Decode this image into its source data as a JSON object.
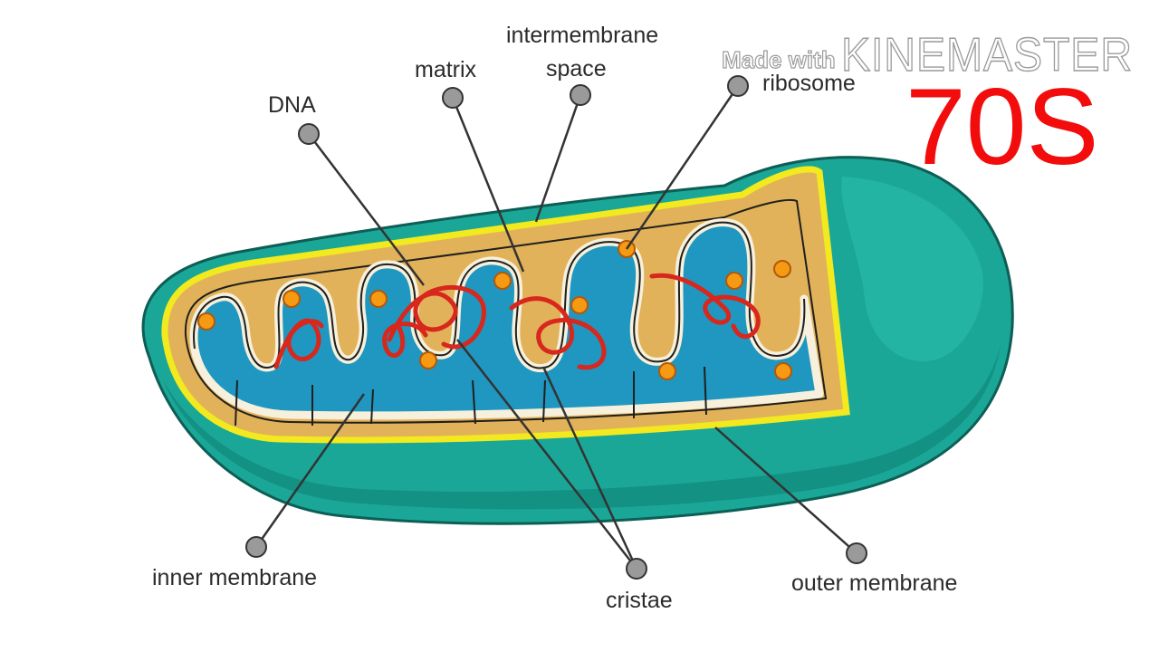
{
  "labels": {
    "intermembrane_line1": "intermembrane",
    "intermembrane_line2": "space",
    "matrix": "matrix",
    "dna": "DNA",
    "ribosome": "ribosome",
    "inner_membrane": "inner membrane",
    "cristae": "cristae",
    "outer_membrane": "outer membrane"
  },
  "annotation": "70S",
  "watermark": {
    "prefix": "Made with",
    "brand": "KINEMASTER"
  },
  "colors": {
    "outer_membrane": "#1aa797",
    "outer_dark": "#0f7f73",
    "membrane_yellow": "#f2ea1f",
    "intermembrane": "#e2b25a",
    "matrix": "#1f97c0",
    "dna": "#d8271c",
    "ribosome": "#f59a12",
    "annotation": "#f20c0c"
  }
}
